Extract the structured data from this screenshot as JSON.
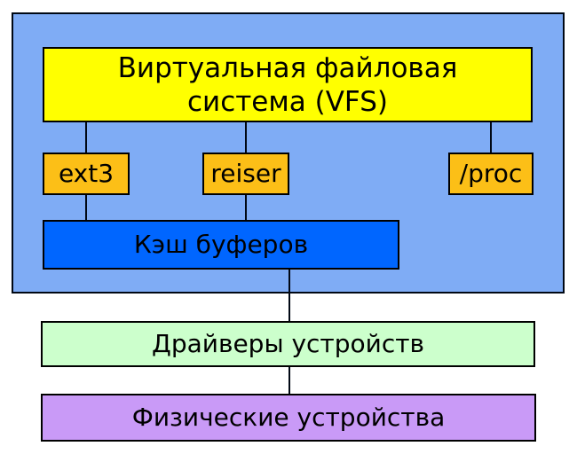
{
  "diagram": {
    "type": "block-diagram",
    "subject": "Linux virtual file system layers",
    "language": "ru",
    "container_fill": "#7facf5",
    "border_color": "#000000",
    "line_color": "#000814",
    "nodes": {
      "vfs": {
        "label": "Виртуальная файловая\nсистема (VFS)",
        "fill": "#ffff00"
      },
      "ext3": {
        "label": "ext3",
        "fill": "#fcbf17"
      },
      "reiser": {
        "label": "reiser",
        "fill": "#fcbf17"
      },
      "proc": {
        "label": "/proc",
        "fill": "#fcbf17"
      },
      "buffer_cache": {
        "label": "Кэш буферов",
        "fill": "#0066ff"
      },
      "device_drivers": {
        "label": "Драйверы устройств",
        "fill": "#ccffcc"
      },
      "physical_devices": {
        "label": "Физические устройства",
        "fill": "#c99af7"
      }
    },
    "edges": [
      {
        "from": "vfs",
        "to": "ext3"
      },
      {
        "from": "vfs",
        "to": "reiser"
      },
      {
        "from": "vfs",
        "to": "proc"
      },
      {
        "from": "ext3",
        "to": "buffer_cache"
      },
      {
        "from": "reiser",
        "to": "buffer_cache"
      },
      {
        "from": "buffer_cache",
        "to": "device_drivers"
      },
      {
        "from": "device_drivers",
        "to": "physical_devices"
      }
    ]
  }
}
